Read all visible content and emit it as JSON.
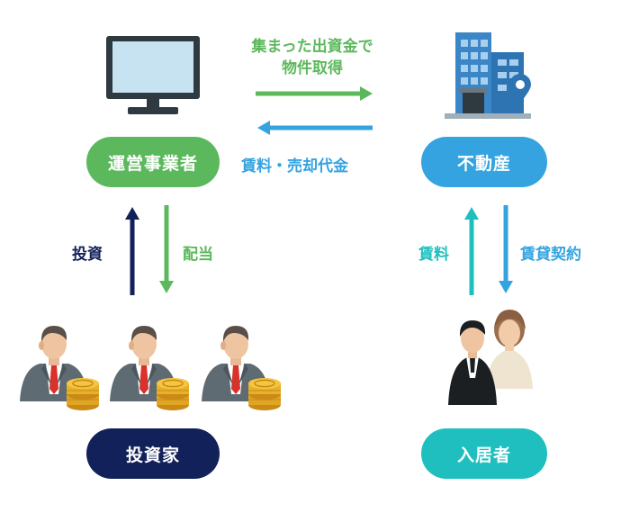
{
  "nodes": {
    "operator": "運営事業者",
    "real_estate": "不動産",
    "investor": "投資家",
    "resident": "入居者"
  },
  "flows": {
    "capital_line1": "集まった出資金で",
    "capital_line2": "物件取得",
    "income": "賃料・売却代金",
    "investment": "投資",
    "dividend": "配当",
    "rent": "賃料",
    "lease": "賃貸契約"
  },
  "colors": {
    "green": "#5cb85c",
    "blue": "#34a3e0",
    "navy": "#13215a",
    "teal": "#1fbfbf"
  },
  "icons": [
    "monitor-icon",
    "building-icon",
    "location-pin-icon",
    "investor-icon",
    "coin-stack-icon",
    "residents-icon"
  ]
}
